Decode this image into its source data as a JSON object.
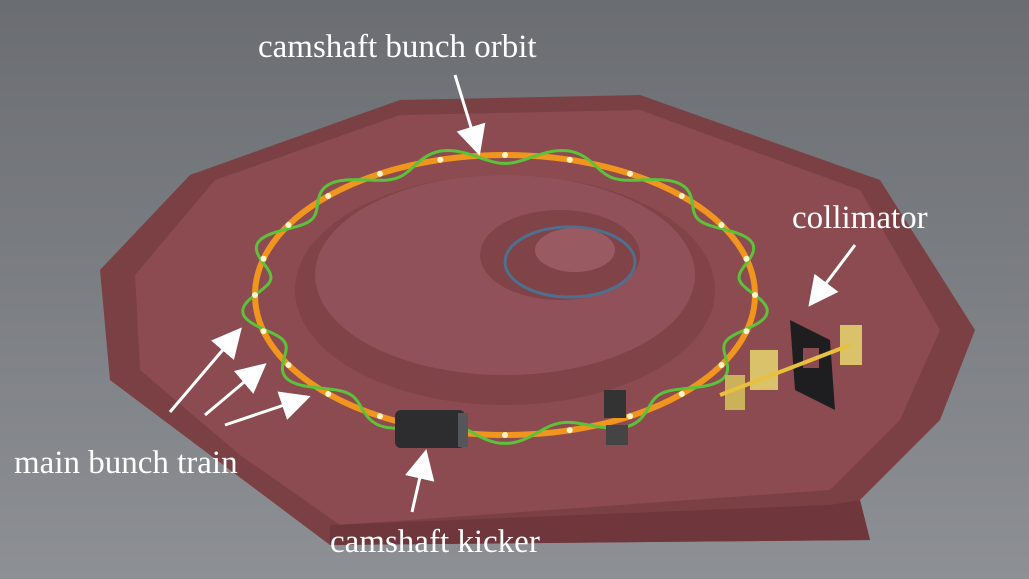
{
  "labels": {
    "orbit": "camshaft bunch orbit",
    "collimator": "collimator",
    "main_train": "main bunch train",
    "kicker": "camshaft kicker"
  },
  "colors": {
    "background_top": "#6a6d71",
    "background_bottom": "#8d9094",
    "base": "#8b4b50",
    "base_dark": "#6f373b",
    "ring": "#f0961e",
    "wave": "#5cc23a",
    "inner_ring": "#4f6f8f",
    "components": "#d9c26a"
  }
}
